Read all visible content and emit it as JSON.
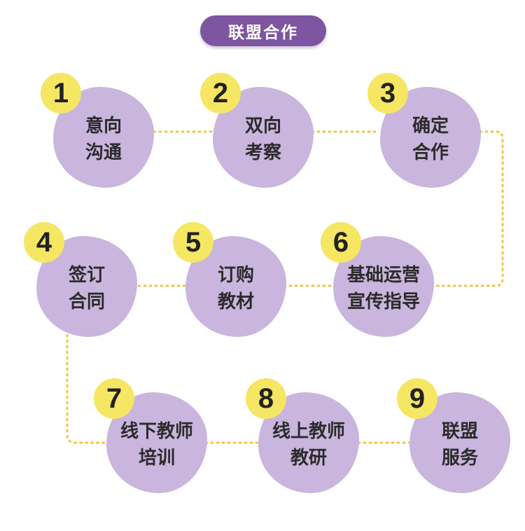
{
  "title": "联盟合作",
  "colors": {
    "title_bg": "#7d55a0",
    "title_text": "#ffffff",
    "blob": "#c9b5dd",
    "badge": "#f5e663",
    "connector": "#f2c442"
  },
  "steps": [
    {
      "number": "1",
      "line1": "意向",
      "line2": "沟通"
    },
    {
      "number": "2",
      "line1": "双向",
      "line2": "考察"
    },
    {
      "number": "3",
      "line1": "确定",
      "line2": "合作"
    },
    {
      "number": "4",
      "line1": "签订",
      "line2": "合同"
    },
    {
      "number": "5",
      "line1": "订购",
      "line2": "教材"
    },
    {
      "number": "6",
      "line1": "基础运营",
      "line2": "宣传指导"
    },
    {
      "number": "7",
      "line1": "线下教师",
      "line2": "培训"
    },
    {
      "number": "8",
      "line1": "线上教师",
      "line2": "教研"
    },
    {
      "number": "9",
      "line1": "联盟",
      "line2": "服务"
    }
  ]
}
